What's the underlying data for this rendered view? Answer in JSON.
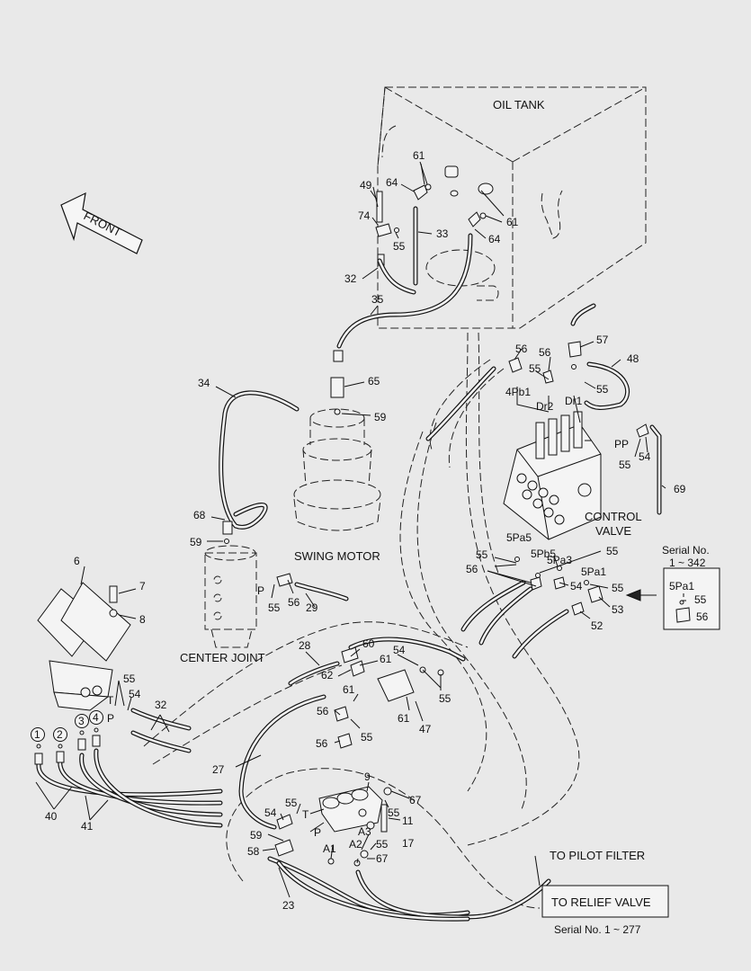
{
  "labels": {
    "oil_tank": "OIL TANK",
    "front": "FRONT",
    "swing_motor": "SWING MOTOR",
    "center_joint": "CENTER JOINT",
    "control_valve_1": "CONTROL",
    "control_valve_2": "VALVE",
    "serial_box_1": "Serial No.",
    "serial_box_2": "1 ~ 342",
    "to_pilot_filter": "TO PILOT FILTER",
    "to_relief_valve": "TO RELIEF VALVE",
    "serial_bottom": "Serial No. 1 ~ 277"
  },
  "ports": {
    "p4pb1": "4Pb1",
    "dr2": "Dr2",
    "dr1": "Dr1",
    "pp": "PP",
    "p5pa5": "5Pa5",
    "p5pb5": "5Pb5",
    "p5pa3": "5Pa3",
    "p5pa1": "5Pa1",
    "p5pa1_box": "5Pa1",
    "p_cj": "P",
    "t_ped": "T",
    "p_ped": "P",
    "t_blk": "T",
    "p_blk": "P",
    "a1": "A1",
    "a2": "A2",
    "a3": "A3"
  },
  "circled": [
    "1",
    "2",
    "3",
    "4"
  ],
  "parts": {
    "n61a": "61",
    "n49": "49",
    "n64a": "64",
    "n74": "74",
    "n55a": "55",
    "n33": "33",
    "n61b": "61",
    "n64b": "64",
    "n32a": "32",
    "n35": "35",
    "n56a": "56",
    "n56b": "56",
    "n57": "57",
    "n55b": "55",
    "n48": "48",
    "n55c": "55",
    "n34": "34",
    "n65": "65",
    "n59a": "59",
    "n55d": "55",
    "n54a": "54",
    "n69": "69",
    "n68": "68",
    "n59b": "59",
    "n55e": "55",
    "n56c": "56",
    "n55f": "55",
    "n54b": "54",
    "n55g": "55",
    "n53": "53",
    "n52": "52",
    "n55h": "55",
    "n56d": "56",
    "n6": "6",
    "n7": "7",
    "n8": "8",
    "n55i": "55",
    "n56e": "56",
    "n29": "29",
    "n28": "28",
    "n60": "60",
    "n54c": "54",
    "n61c": "61",
    "n62": "62",
    "n55j": "55",
    "n61d": "61",
    "n61e": "61",
    "n47": "47",
    "n56f": "56",
    "n56g": "56",
    "n55k": "55",
    "n55l": "55",
    "n54d": "54",
    "n32b": "32",
    "n27": "27",
    "n40": "40",
    "n41": "41",
    "n9": "9",
    "n67a": "67",
    "n55m": "55",
    "n11": "11",
    "n55n": "55",
    "n54e": "54",
    "n59c": "59",
    "n58": "58",
    "n55o": "55",
    "n17": "17",
    "n67b": "67",
    "n23": "23"
  }
}
